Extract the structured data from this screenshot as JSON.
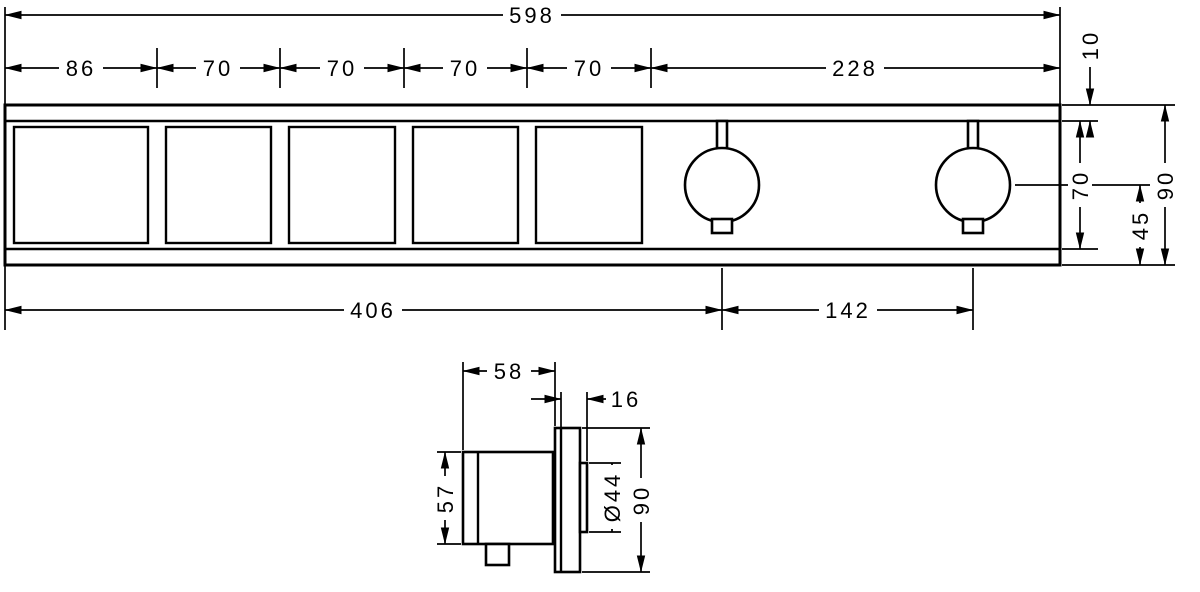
{
  "front_view": {
    "total_width": "598",
    "seg_1": "86",
    "seg_2": "70",
    "seg_3": "70",
    "seg_4": "70",
    "seg_5": "70",
    "seg_6": "228",
    "top_offset": "10",
    "inner_height": "70",
    "center_to_bottom": "45",
    "total_height": "90",
    "bottom_left_span": "406",
    "bottom_right_span": "142"
  },
  "side_view": {
    "body_depth": "58",
    "projection": "16",
    "body_height": "57",
    "knob_diameter": "Ø44",
    "plate_height": "90"
  }
}
